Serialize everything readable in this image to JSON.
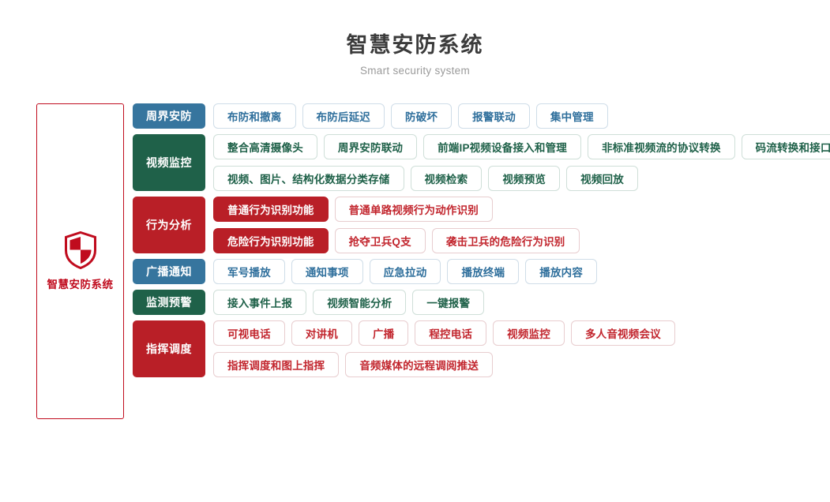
{
  "header": {
    "title": "智慧安防系统",
    "subtitle": "Smart security system"
  },
  "brand": {
    "icon": "shield-icon",
    "label": "智慧安防系统",
    "border_color": "#c00c1e",
    "text_color": "#c00c1e"
  },
  "colors": {
    "blue": "#36759e",
    "green": "#1f6149",
    "red": "#b91f27",
    "title_text": "#3b3b3b",
    "subtitle_text": "#9a9a9a"
  },
  "categories": [
    {
      "label": "周界安防",
      "theme": "blue",
      "lines": [
        [
          {
            "label": "布防和撤离",
            "filled": false
          },
          {
            "label": "布防后延迟",
            "filled": false
          },
          {
            "label": "防破坏",
            "filled": false
          },
          {
            "label": "报警联动",
            "filled": false
          },
          {
            "label": "集中管理",
            "filled": false
          }
        ]
      ]
    },
    {
      "label": "视频监控",
      "theme": "green",
      "lines": [
        [
          {
            "label": "整合高清摄像头",
            "filled": false
          },
          {
            "label": "周界安防联动",
            "filled": false
          },
          {
            "label": "前端IP视频设备接入和管理",
            "filled": false
          },
          {
            "label": "非标准视频流的协议转换",
            "filled": false
          },
          {
            "label": "码流转换和接口转换",
            "filled": false
          }
        ],
        [
          {
            "label": "视频、图片、结构化数据分类存储",
            "filled": false
          },
          {
            "label": "视频检索",
            "filled": false
          },
          {
            "label": "视频预览",
            "filled": false
          },
          {
            "label": "视频回放",
            "filled": false
          }
        ]
      ]
    },
    {
      "label": "行为分析",
      "theme": "red",
      "lines": [
        [
          {
            "label": "普通行为识别功能",
            "filled": true
          },
          {
            "label": "普通单路视频行为动作识别",
            "filled": false
          }
        ],
        [
          {
            "label": "危险行为识别功能",
            "filled": true
          },
          {
            "label": "抢夺卫兵Q支",
            "filled": false
          },
          {
            "label": "袭击卫兵的危险行为识别",
            "filled": false
          }
        ]
      ]
    },
    {
      "label": "广播通知",
      "theme": "blue",
      "lines": [
        [
          {
            "label": "军号播放",
            "filled": false
          },
          {
            "label": "通知事项",
            "filled": false
          },
          {
            "label": "应急拉动",
            "filled": false
          },
          {
            "label": "播放终端",
            "filled": false
          },
          {
            "label": "播放内容",
            "filled": false
          }
        ]
      ]
    },
    {
      "label": "监测预警",
      "theme": "green",
      "lines": [
        [
          {
            "label": "接入事件上报",
            "filled": false
          },
          {
            "label": "视频智能分析",
            "filled": false
          },
          {
            "label": "一键报警",
            "filled": false
          }
        ]
      ]
    },
    {
      "label": "指挥调度",
      "theme": "red",
      "lines": [
        [
          {
            "label": "可视电话",
            "filled": false
          },
          {
            "label": "对讲机",
            "filled": false
          },
          {
            "label": "广播",
            "filled": false
          },
          {
            "label": "程控电话",
            "filled": false
          },
          {
            "label": "视频监控",
            "filled": false
          },
          {
            "label": "多人音视频会议",
            "filled": false
          }
        ],
        [
          {
            "label": "指挥调度和图上指挥",
            "filled": false
          },
          {
            "label": "音频媒体的远程调阅推送",
            "filled": false
          }
        ]
      ]
    }
  ]
}
